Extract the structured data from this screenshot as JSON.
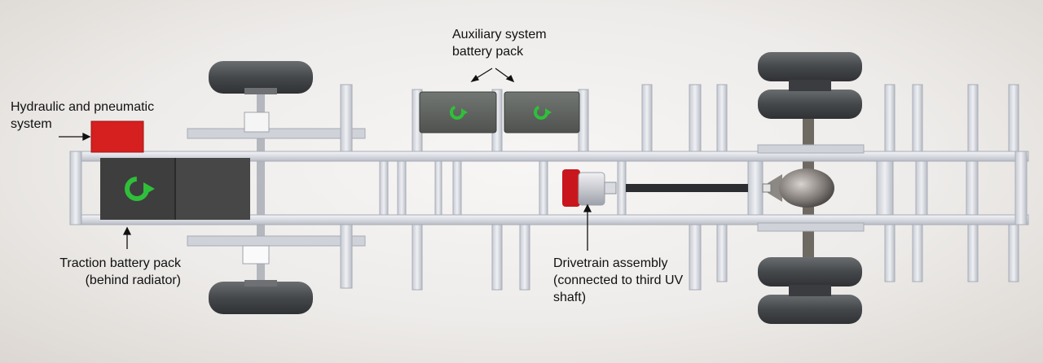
{
  "labels": {
    "aux_line1": "Auxiliary system",
    "aux_line2": "battery pack",
    "hyd_line1": "Hydraulic and pneumatic",
    "hyd_line2": "system",
    "trac_line1": "Traction battery pack",
    "trac_line2": "(behind radiator)",
    "drive_line1": "Drivetrain assembly",
    "drive_line2": "(connected to third UV",
    "drive_line3": "shaft)"
  },
  "colors": {
    "frame": "#d9dbe1",
    "frame_edge": "#9ea3ad",
    "battery_dark": "#3d3d3d",
    "battery_aux": "#5e625e",
    "logo_green": "#2fbf3a",
    "hydraulic_red": "#d61f1f",
    "drivetrain_red": "#c9161c",
    "tire": "#4a4d50",
    "shaft": "#2b2d30"
  }
}
